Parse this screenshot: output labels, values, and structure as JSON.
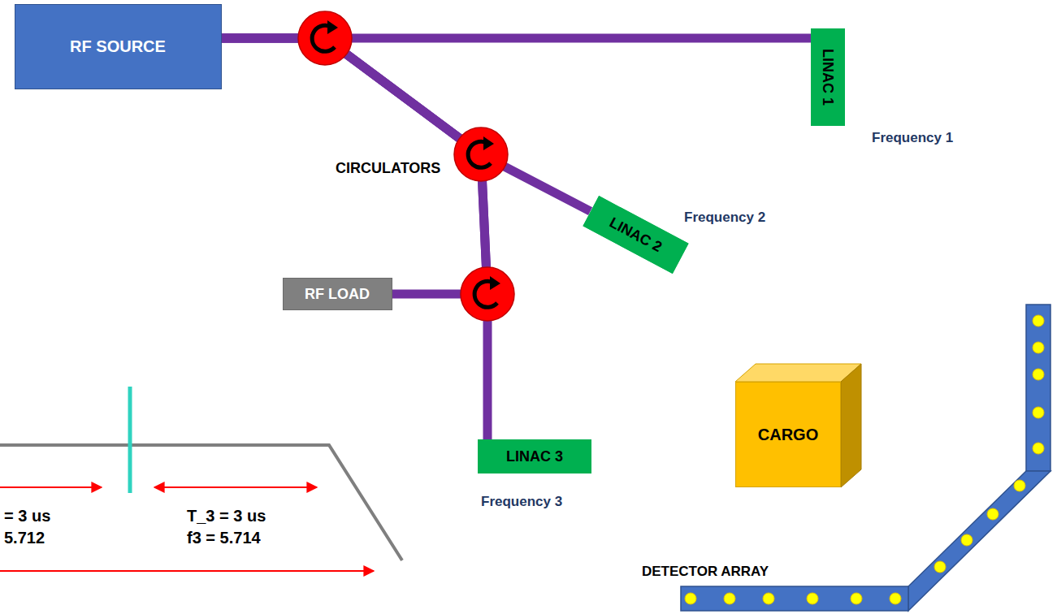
{
  "diagram": {
    "nodes": [
      {
        "text": [
          "RF SOURCE"
        ]
      },
      {
        "text": [
          "LINAC 1"
        ]
      },
      {
        "text": [
          "LINAC 2"
        ]
      },
      {
        "text": [
          "RF LOAD"
        ]
      },
      {
        "text": [
          "LINAC 3"
        ]
      },
      {
        "text": [
          "CARGO"
        ]
      }
    ],
    "edges": [
      {
        "from": 0,
        "to": 1,
        "arrow": "none"
      },
      {
        "from": 0,
        "to": 2,
        "arrow": "none"
      },
      {
        "from": 0,
        "to": 4,
        "arrow": "none"
      },
      {
        "from": 0,
        "to": 3,
        "arrow": "none"
      }
    ],
    "labels": [
      "CIRCULATORS",
      "Frequency 1",
      "Frequency 2",
      "Frequency 3",
      "DETECTOR ARRAY",
      "= 3 us",
      "5.712",
      "T_3 = 3 us",
      "f3 = 5.714"
    ]
  }
}
